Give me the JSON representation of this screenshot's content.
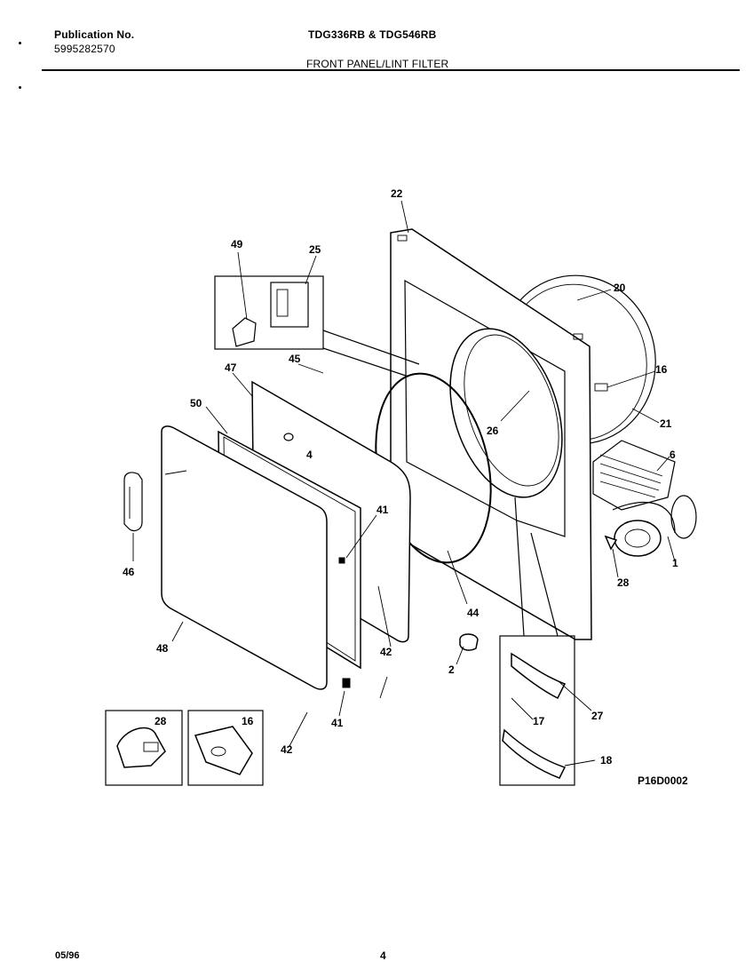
{
  "header": {
    "publication_label": "Publication No.",
    "publication_number": "5995282570",
    "models": "TDG336RB & TDG546RB",
    "section_title": "FRONT PANEL/LINT FILTER"
  },
  "diagram": {
    "figure_code": "P16D0002",
    "callouts": {
      "c22": "22",
      "c49": "49",
      "c25": "25",
      "c20": "20",
      "c45": "45",
      "c47": "47",
      "c16": "16",
      "c50": "50",
      "c4": "4",
      "c26": "26",
      "c21": "21",
      "c6": "6",
      "c41a": "41",
      "c1": "1",
      "c46": "46",
      "c28": "28",
      "c44": "44",
      "c48": "48",
      "c42a": "42",
      "c2": "2",
      "c27": "27",
      "c17": "17",
      "c41b": "41",
      "c42b": "42",
      "c18": "18",
      "inset28": "28",
      "inset16": "16"
    }
  },
  "footer": {
    "date": "05/96",
    "page": "4"
  }
}
